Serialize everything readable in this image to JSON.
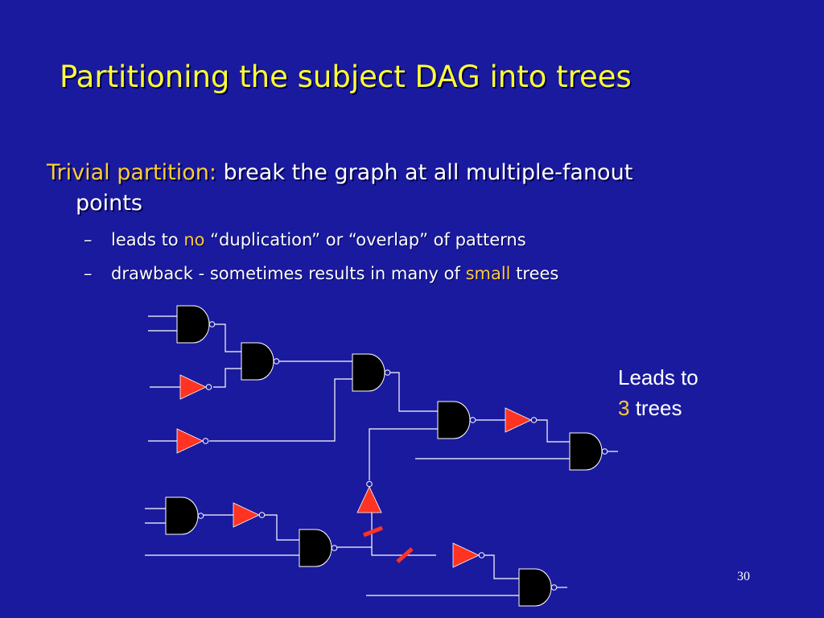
{
  "slide": {
    "title": "Partitioning the subject DAG into trees",
    "bullet": {
      "term": "Trivial partition:",
      "text_line1": " break the graph at all multiple-fanout",
      "text_line2": "points"
    },
    "sub_bullets": [
      {
        "dash": "–",
        "pre": "leads to ",
        "highlight": "no",
        "post": " “duplication” or “overlap” of patterns"
      },
      {
        "dash": "–",
        "pre": "drawback - sometimes results in many of ",
        "highlight": "small",
        "post": " trees"
      }
    ],
    "note": {
      "line1": "Leads to",
      "count": "3",
      "suffix": " trees"
    },
    "page_number": "30"
  },
  "colors": {
    "background": "#1a1a9e",
    "title": "#ffff33",
    "highlight": "#ffcc33",
    "inverter": "#ff3322",
    "cut_mark": "#ff3322"
  }
}
